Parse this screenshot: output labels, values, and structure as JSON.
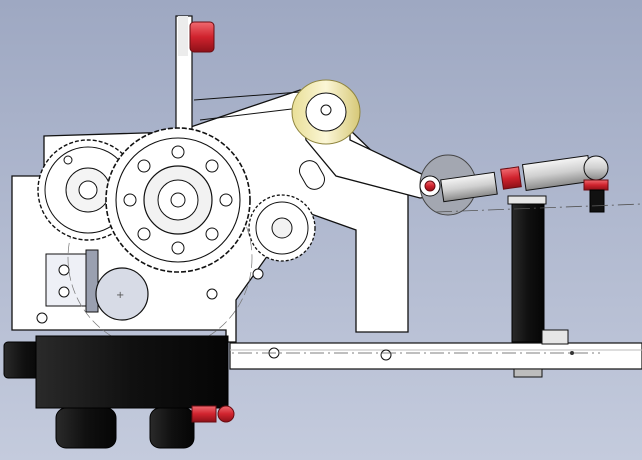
{
  "viewport": {
    "background_top": "#9ea8c2",
    "background_bottom": "#c4cbdd"
  },
  "model": {
    "colors": {
      "plate": "#ffffff",
      "edge": "#111111",
      "centerline": "#555555",
      "dark_block": "#141414",
      "bearing": "#f2eab0",
      "red_fitting": "#d0232e",
      "rod_metal": "#d9d9d9"
    },
    "components": [
      "side-plate",
      "main-gear",
      "left-gear",
      "small-pinion",
      "upper-lever-arm",
      "yellow-bearing",
      "top-post",
      "linkage-rod",
      "rod-end-ball-joint",
      "vertical-support-block",
      "lower-mount-block",
      "bottom-rail"
    ]
  }
}
